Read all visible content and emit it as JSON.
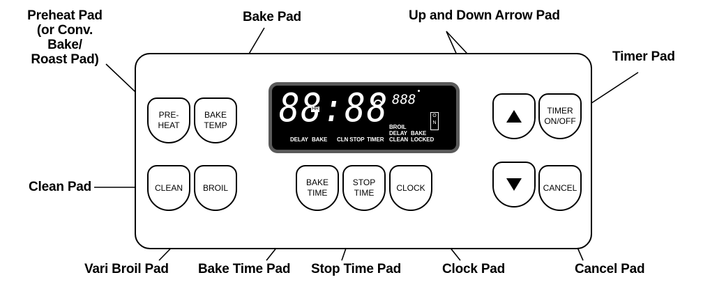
{
  "callouts": {
    "preheat": [
      "Preheat Pad",
      "(or Conv. Bake/",
      "Roast Pad)"
    ],
    "bake": "Bake Pad",
    "updown": "Up and Down Arrow Pad",
    "timer": "Timer Pad",
    "clean": "Clean Pad",
    "varibroil": "Vari Broil Pad",
    "baketime": "Bake Time Pad",
    "stoptime": "Stop Time Pad",
    "clock": "Clock Pad",
    "cancel": "Cancel Pad"
  },
  "pads": {
    "preheat": [
      "PRE-",
      "HEAT"
    ],
    "bake_temp": [
      "BAKE",
      "TEMP"
    ],
    "timer": [
      "TIMER",
      "ON/OFF"
    ],
    "clean": [
      "CLEAN"
    ],
    "broil": [
      "BROIL"
    ],
    "bake_time": [
      "BAKE",
      "TIME"
    ],
    "stop_time": [
      "STOP",
      "TIME"
    ],
    "clock": [
      "CLOCK"
    ],
    "cancel": [
      "CANCEL"
    ],
    "up": "up-arrow",
    "down": "down-arrow"
  },
  "display": {
    "digits": "88:88",
    "small_digits": "888",
    "hr": "HR",
    "on": [
      "O",
      "N"
    ],
    "indicators": {
      "delay": "DELAY",
      "bake": "BAKE",
      "cln_stop": "CLN STOP",
      "timer": "TIMER",
      "broil_delay_clean": [
        "BROIL",
        "DELAY",
        "CLEAN"
      ],
      "bake_locked": [
        "BAKE",
        "LOCKED"
      ]
    }
  }
}
